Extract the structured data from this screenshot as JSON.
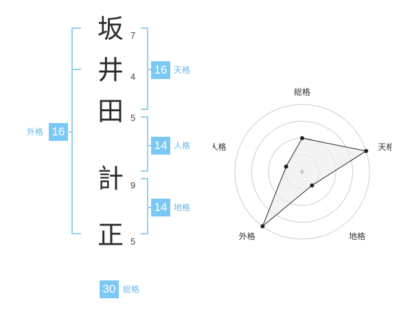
{
  "name": {
    "characters": [
      {
        "char": "坂",
        "strokes": "7"
      },
      {
        "char": "井",
        "strokes": "4"
      },
      {
        "char": "田",
        "strokes": "5"
      },
      {
        "char": "計",
        "strokes": "9"
      },
      {
        "char": "正",
        "strokes": "5"
      }
    ]
  },
  "badges": {
    "tenkaku": {
      "value": "16",
      "label": "天格"
    },
    "jinkaku": {
      "value": "14",
      "label": "人格"
    },
    "chikaku": {
      "value": "14",
      "label": "地格"
    },
    "gaikaku": {
      "value": "16",
      "label": "外格"
    },
    "soukaku": {
      "value": "30",
      "label": "総格"
    }
  },
  "colors": {
    "accent": "#7cc8f5",
    "bracket": "#8fd0f5",
    "grid": "#cccccc",
    "polygon_fill": "#eeeeee"
  },
  "chart_data": {
    "type": "radar",
    "axes": [
      "総格",
      "天格",
      "地格",
      "外格",
      "人格"
    ],
    "values": [
      0.5,
      1.0,
      0.25,
      1.0,
      0.25
    ],
    "rings": 4,
    "range": [
      0,
      1
    ]
  }
}
